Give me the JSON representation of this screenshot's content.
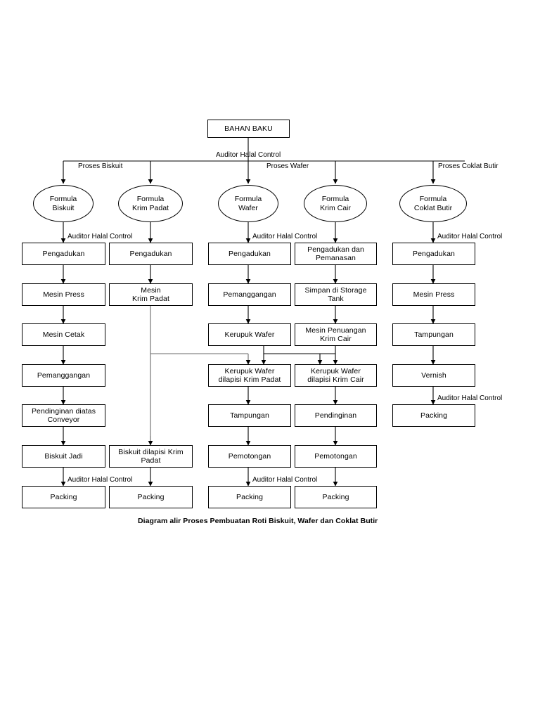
{
  "diagram": {
    "caption": "Diagram alir Proses Pembuatan Roti Biskuit, Wafer dan Coklat Butir",
    "root": {
      "label": "BAHAN BAKU"
    },
    "root_edge_label": "Auditor  Halal Control",
    "branch_labels": [
      {
        "id": "proses-biskuit",
        "label": "Proses Biskuit"
      },
      {
        "id": "proses-wafer",
        "label": "Proses Wafer"
      },
      {
        "id": "proses-coklat-butir",
        "label": "Proses Coklat Butir"
      }
    ],
    "formulas": [
      {
        "id": "formula-biskuit",
        "line1": "Formula",
        "line2": "Biskuit"
      },
      {
        "id": "formula-krim-padat",
        "line1": "Formula",
        "line2": "Krim Padat"
      },
      {
        "id": "formula-wafer",
        "line1": "Formula",
        "line2": "Wafer"
      },
      {
        "id": "formula-krim-cair",
        "line1": "Formula",
        "line2": "Krim Cair"
      },
      {
        "id": "formula-coklat-butir",
        "line1": "Formula",
        "line2": "Coklat Butir"
      }
    ],
    "auditor_labels": [
      {
        "id": "auditor-col1-top",
        "label": "Auditor Halal Control"
      },
      {
        "id": "auditor-col3-top",
        "label": "Auditor Halal Control"
      },
      {
        "id": "auditor-col5-top",
        "label": "Auditor Halal Control"
      },
      {
        "id": "auditor-col5-packing",
        "label": "Auditor Halal Control"
      },
      {
        "id": "auditor-col1-packing",
        "label": "Auditor Halal Control"
      },
      {
        "id": "auditor-col3-packing",
        "label": "Auditor Halal Control"
      }
    ],
    "columns": [
      {
        "id": "col-biskuit",
        "nodes": [
          {
            "id": "c1-pengadukan",
            "label": "Pengadukan"
          },
          {
            "id": "c1-mesin-press",
            "label": "Mesin Press"
          },
          {
            "id": "c1-mesin-cetak",
            "label": "Mesin Cetak"
          },
          {
            "id": "c1-pemanggangan",
            "label": "Pemanggangan"
          },
          {
            "id": "c1-pendinginan-conveyor",
            "line1": "Pendinginan diatas",
            "line2": "Conveyor"
          },
          {
            "id": "c1-biskuit-jadi",
            "label": "Biskuit Jadi"
          },
          {
            "id": "c1-packing",
            "label": "Packing"
          }
        ]
      },
      {
        "id": "col-krim-padat",
        "nodes": [
          {
            "id": "c2-pengadukan",
            "label": "Pengadukan"
          },
          {
            "id": "c2-mesin-krim-padat",
            "line1": "Mesin",
            "line2": "Krim Padat"
          },
          {
            "id": "c2-biskuit-dilapisi",
            "line1": "Biskuit dilapisi Krim",
            "line2": "Padat"
          },
          {
            "id": "c2-packing",
            "label": "Packing"
          }
        ]
      },
      {
        "id": "col-wafer",
        "nodes": [
          {
            "id": "c3-pengadukan",
            "label": "Pengadukan"
          },
          {
            "id": "c3-pemanggangan",
            "label": "Pemanggangan"
          },
          {
            "id": "c3-kerupuk-wafer",
            "label": "Kerupuk Wafer"
          },
          {
            "id": "c3-kerupuk-krim-padat",
            "line1": "Kerupuk Wafer",
            "line2": "dilapisi Krim Padat"
          },
          {
            "id": "c3-tampungan",
            "label": "Tampungan"
          },
          {
            "id": "c3-pemotongan",
            "label": "Pemotongan"
          },
          {
            "id": "c3-packing",
            "label": "Packing"
          }
        ]
      },
      {
        "id": "col-krim-cair",
        "nodes": [
          {
            "id": "c4-pengadukan-pemanasan",
            "line1": "Pengadukan dan",
            "line2": "Pemanasan"
          },
          {
            "id": "c4-simpan-storage-tank",
            "line1": "Simpan di Storage",
            "line2": "Tank"
          },
          {
            "id": "c4-mesin-penuangan",
            "line1": "Mesin Penuangan",
            "line2": "Krim Cair"
          },
          {
            "id": "c4-kerupuk-krim-cair",
            "line1": "Kerupuk Wafer",
            "line2": "dilapisi Krim Cair"
          },
          {
            "id": "c4-pendinginan",
            "label": "Pendinginan"
          },
          {
            "id": "c4-pemotongan",
            "label": "Pemotongan"
          },
          {
            "id": "c4-packing",
            "label": "Packing"
          }
        ]
      },
      {
        "id": "col-coklat-butir",
        "nodes": [
          {
            "id": "c5-pengadukan",
            "label": "Pengadukan"
          },
          {
            "id": "c5-mesin-press",
            "label": "Mesin Press"
          },
          {
            "id": "c5-tampungan",
            "label": "Tampungan"
          },
          {
            "id": "c5-vernish",
            "label": "Vernish"
          },
          {
            "id": "c5-packing",
            "label": "Packing"
          }
        ]
      }
    ]
  }
}
